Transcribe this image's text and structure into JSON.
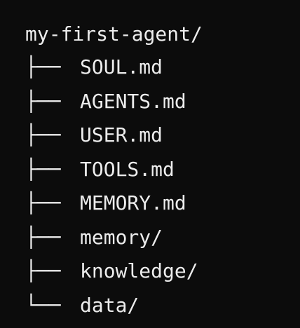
{
  "tree": {
    "root": "my-first-agent/",
    "entries": [
      {
        "branch": "├──",
        "name": "SOUL.md"
      },
      {
        "branch": "├──",
        "name": "AGENTS.md"
      },
      {
        "branch": "├──",
        "name": "USER.md"
      },
      {
        "branch": "├──",
        "name": "TOOLS.md"
      },
      {
        "branch": "├──",
        "name": "MEMORY.md"
      },
      {
        "branch": "├──",
        "name": "memory/"
      },
      {
        "branch": "├──",
        "name": "knowledge/"
      },
      {
        "branch": "└──",
        "name": "data/"
      }
    ]
  },
  "colors": {
    "background": "#0c0c0c",
    "text": "#ececec"
  }
}
